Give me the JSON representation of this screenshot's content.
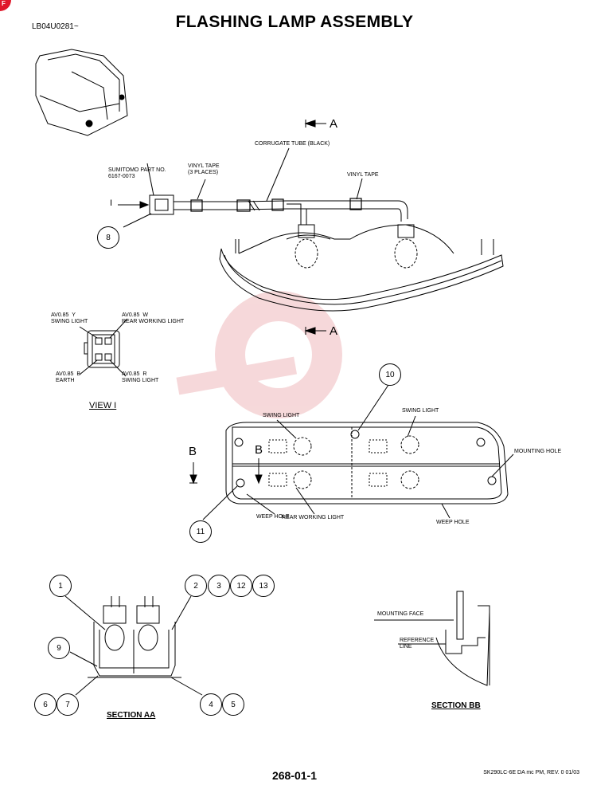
{
  "header": {
    "code": "LB04U0281~",
    "title": "FLASHING LAMP ASSEMBLY"
  },
  "labels": {
    "sumitomo": "SUMITOMO PART NO.\n6167-0073",
    "vinyl_tape_3": "VINYL TAPE\n(3 PLACES)",
    "corrugate": "CORRUGATE TUBE (BLACK)",
    "vinyl_tape": "VINYL TAPE",
    "arrow_a": "A",
    "arrow_a2": "A",
    "arrow_i": "I",
    "b_left": "B",
    "b_mid": "B",
    "av_y": "AV0.85  Y\nSWING LIGHT",
    "av_w": "AV0.85  W\nREAR WORKING LIGHT",
    "av_b": "AV0.85  B\nEARTH",
    "av_r": "AV0.85  R\nSWING LIGHT",
    "view_i": "VIEW I",
    "swing_light_1": "SWING LIGHT",
    "swing_light_2": "SWING LIGHT",
    "mounting_hole": "MOUNTING HOLE",
    "weep_hole_1": "WEEP HOLE",
    "rear_working_light": "REAR WORKING LIGHT",
    "weep_hole_2": "WEEP HOLE",
    "mounting_face": "MOUNTING FACE",
    "reference_line": "REFERENCE\nLINE",
    "section_aa": "SECTION AA",
    "section_bb": "SECTION BB"
  },
  "callouts": [
    "8",
    "10",
    "11",
    "1",
    "2",
    "3",
    "12",
    "13",
    "9",
    "6",
    "7",
    "4",
    "5"
  ],
  "footer": {
    "page": "268-01-1",
    "model": "SK290LC-6E DA mc PM, REV. 0  01/03"
  },
  "colors": {
    "ink": "#000000",
    "corner": "#e0182a",
    "watermark": "#f2c9cb"
  }
}
